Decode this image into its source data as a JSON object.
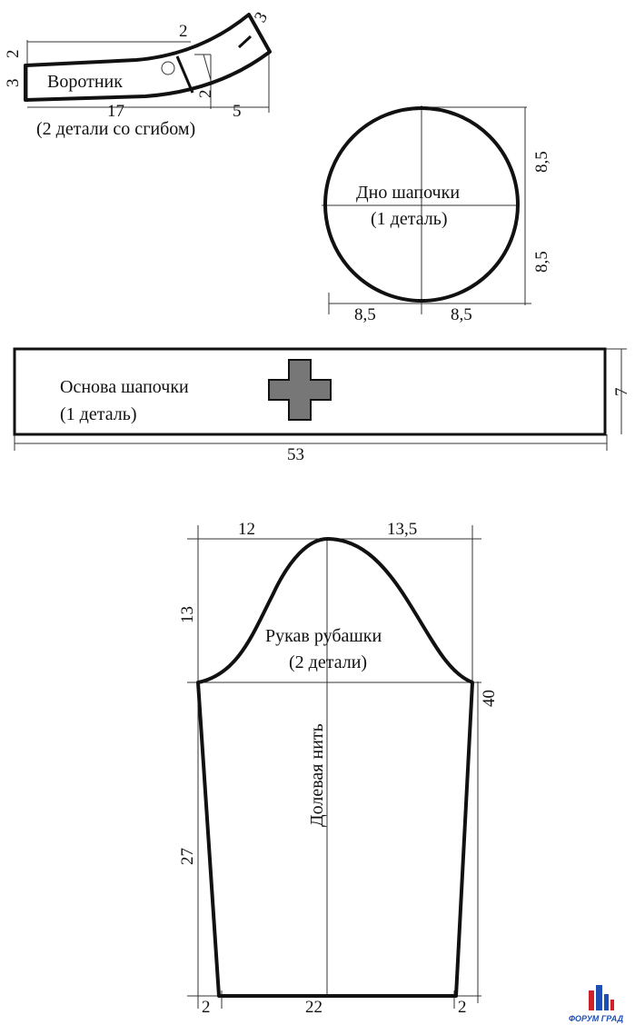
{
  "collar": {
    "label": "Воротник",
    "note": "(2 детали со сгибом)",
    "dims": {
      "left_height": "3",
      "top_left": "2",
      "top_seam": "2",
      "seam_right": "2",
      "right_end": "3",
      "length": "17",
      "tail": "5"
    }
  },
  "crown": {
    "label": "Дно шапочки",
    "note": "(1 деталь)",
    "dims": {
      "right_top": "8,5",
      "right_bottom": "8,5",
      "bottom_left": "8,5",
      "bottom_right": "8,5"
    }
  },
  "cap_band": {
    "label": "Основа шапочки",
    "note": "(1 деталь)",
    "dims": {
      "width": "53",
      "height": "7"
    },
    "cross_color": "#777777"
  },
  "sleeve": {
    "label": "Рукав  рубашки",
    "note": "(2 детали)",
    "grain": "Долевая нить",
    "dims": {
      "cap_left": "12",
      "cap_right": "13,5",
      "cap_height": "13",
      "underarm": "40",
      "side": "27",
      "cuff_left": "2",
      "cuff": "22",
      "cuff_right": "2"
    }
  },
  "watermark": {
    "text": "ФОРУМ ГРАД",
    "color": "#1e4fb5",
    "accent": "#d0202a"
  }
}
